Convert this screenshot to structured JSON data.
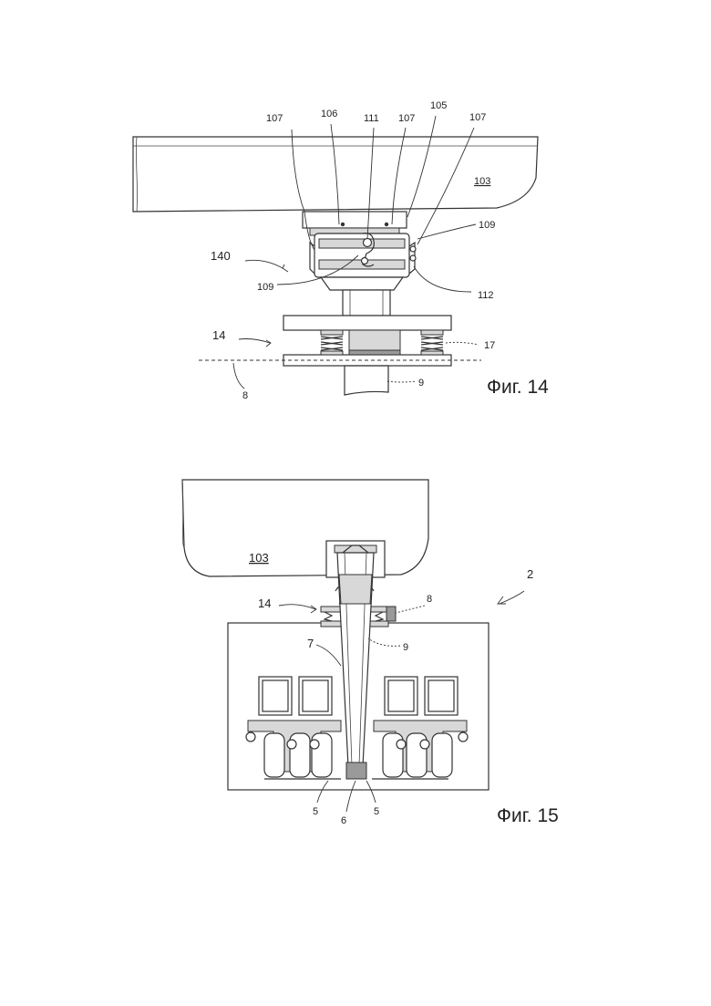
{
  "fig14": {
    "caption": "Фиг. 14",
    "labels": {
      "l107a": "107",
      "l106": "106",
      "l111": "111",
      "l107b": "107",
      "l105": "105",
      "l107c": "107",
      "l103": "103",
      "l109a": "109",
      "l140": "140",
      "l109b": "109",
      "l112": "112",
      "l14": "14",
      "l17": "17",
      "l8": "8",
      "l9": "9"
    }
  },
  "fig15": {
    "caption": "Фиг. 15",
    "labels": {
      "l103": "103",
      "l2": "2",
      "l14": "14",
      "l8": "8",
      "l7": "7",
      "l9": "9",
      "l5a": "5",
      "l6": "6",
      "l5b": "5"
    }
  }
}
